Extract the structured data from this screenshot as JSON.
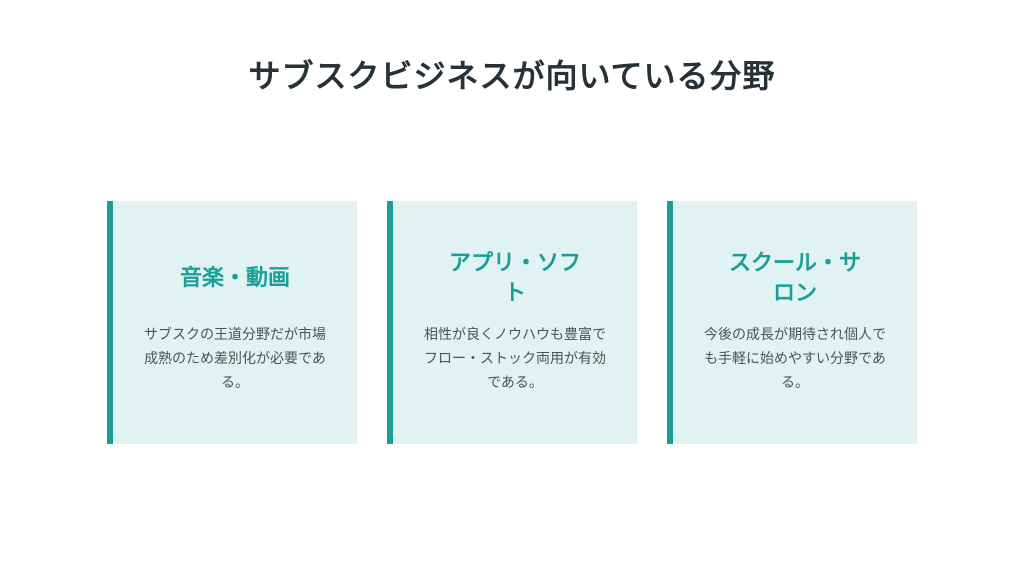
{
  "slide": {
    "title": "サブスクビジネスが向いている分野"
  },
  "cards": [
    {
      "title": "音楽・動画",
      "text": "サブスクの王道分野だが市場成熟のため差別化が必要である。"
    },
    {
      "title": "アプリ・ソフト",
      "text": "相性が良くノウハウも豊富でフロー・ストック両用が有効である。"
    },
    {
      "title": "スクール・サロン",
      "text": "今後の成長が期待され個人でも手軽に始めやすい分野である。"
    }
  ],
  "colors": {
    "accent": "#1a9e98",
    "card_background": "#e0f2f1",
    "title_text": "#263238",
    "body_text": "#4a5459"
  }
}
